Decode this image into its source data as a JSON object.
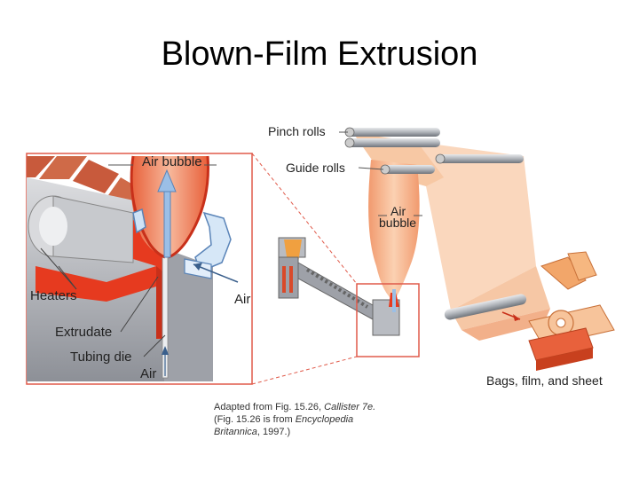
{
  "title": "Blown-Film Extrusion",
  "labels": {
    "pinch_rolls": "Pinch rolls",
    "guide_rolls": "Guide rolls",
    "air_bubble_inset": "Air bubble",
    "air_bubble_main_1": "Air",
    "air_bubble_main_2": "bubble",
    "heaters": "Heaters",
    "extrudate": "Extrudate",
    "tubing_die": "Tubing die",
    "air_bottom": "Air",
    "air_side": "Air",
    "bags": "Bags, film, and sheet"
  },
  "caption": {
    "line1_a": "Adapted from Fig. 15.26, ",
    "line1_b": "Callister 7e.",
    "line2_a": "(Fig. 15.26 is from ",
    "line2_b": "Encyclopedia",
    "line3_a": "Britannica",
    "line3_b": ", 1997.)"
  },
  "colors": {
    "film": "#f6c39a",
    "melt": "#e63a1f",
    "inset_border": "#e05a4a",
    "metal": "#b9bcc2"
  }
}
